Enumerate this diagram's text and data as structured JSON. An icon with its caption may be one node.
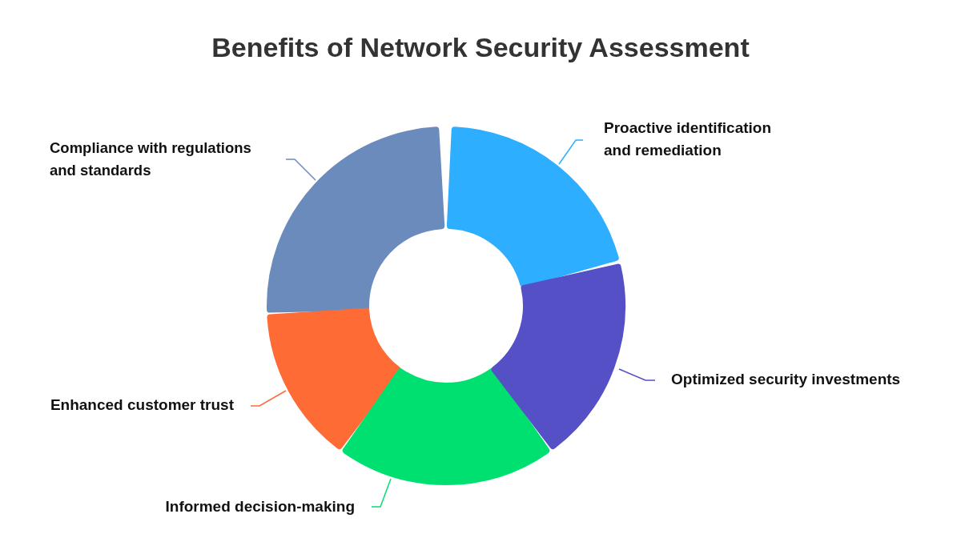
{
  "diagram": {
    "title": "Benefits of Network Security Assessment",
    "nodes": [
      {
        "text": [
          "Proactive identification and remediation"
        ]
      },
      {
        "text": [
          "Compliance with regulations and standards"
        ]
      },
      {
        "text": [
          "Optimized security investments"
        ]
      },
      {
        "text": [
          "Enhanced customer trust"
        ]
      },
      {
        "text": [
          "Informed decision-making"
        ]
      },
      {
        "text": [],
        "shape": "slice"
      },
      {
        "text": [],
        "shape": "slice"
      },
      {
        "text": [],
        "shape": "slice"
      },
      {
        "text": [],
        "shape": "slice"
      },
      {
        "text": [],
        "shape": "slice"
      }
    ],
    "edges": [
      {
        "from": 0,
        "to": 8,
        "arrow": "none",
        "color": "#2eaeff"
      },
      {
        "from": 1,
        "to": 5,
        "arrow": "none",
        "color": "#6b8bbd"
      },
      {
        "from": 2,
        "to": 9,
        "arrow": "none",
        "color": "#5550c6"
      },
      {
        "from": 3,
        "to": 6,
        "arrow": "none",
        "color": "#ff6b35"
      },
      {
        "from": 4,
        "to": 7,
        "arrow": "none",
        "color": "#00e070"
      }
    ]
  }
}
